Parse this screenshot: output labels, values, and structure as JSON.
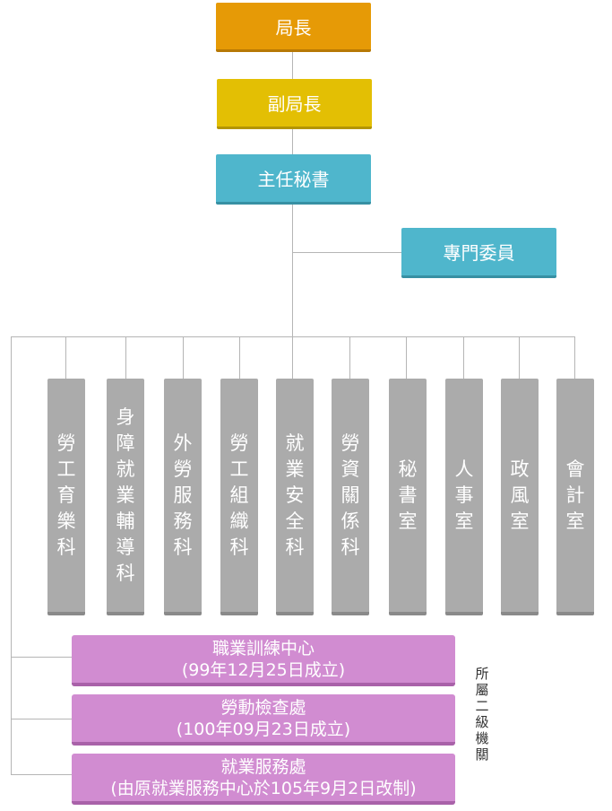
{
  "top": {
    "director": "局長",
    "deputy_director": "副局長",
    "chief_secretary": "主任秘書",
    "specialist": "專門委員"
  },
  "sections": [
    "勞工育樂科",
    "身障就業輔導科",
    "外勞服務科",
    "勞工組織科",
    "就業安全科",
    "勞資關係科",
    "秘書室",
    "人事室",
    "政風室",
    "會計室"
  ],
  "agencies": [
    {
      "name": "職業訓練中心",
      "note": "(99年12月25日成立)"
    },
    {
      "name": "勞動檢查處",
      "note": "(100年09月23日成立)"
    },
    {
      "name": "就業服務處",
      "note": "(由原就業服務中心於105年9月2日改制)"
    }
  ],
  "agencies_label": "所屬二級機關",
  "colors": {
    "director": "#e69a06",
    "deputy_director": "#e3bf04",
    "staff": "#4fb6cc",
    "sections": "#ababab",
    "agencies": "#d18cd1",
    "connector": "#b5b5b5"
  }
}
